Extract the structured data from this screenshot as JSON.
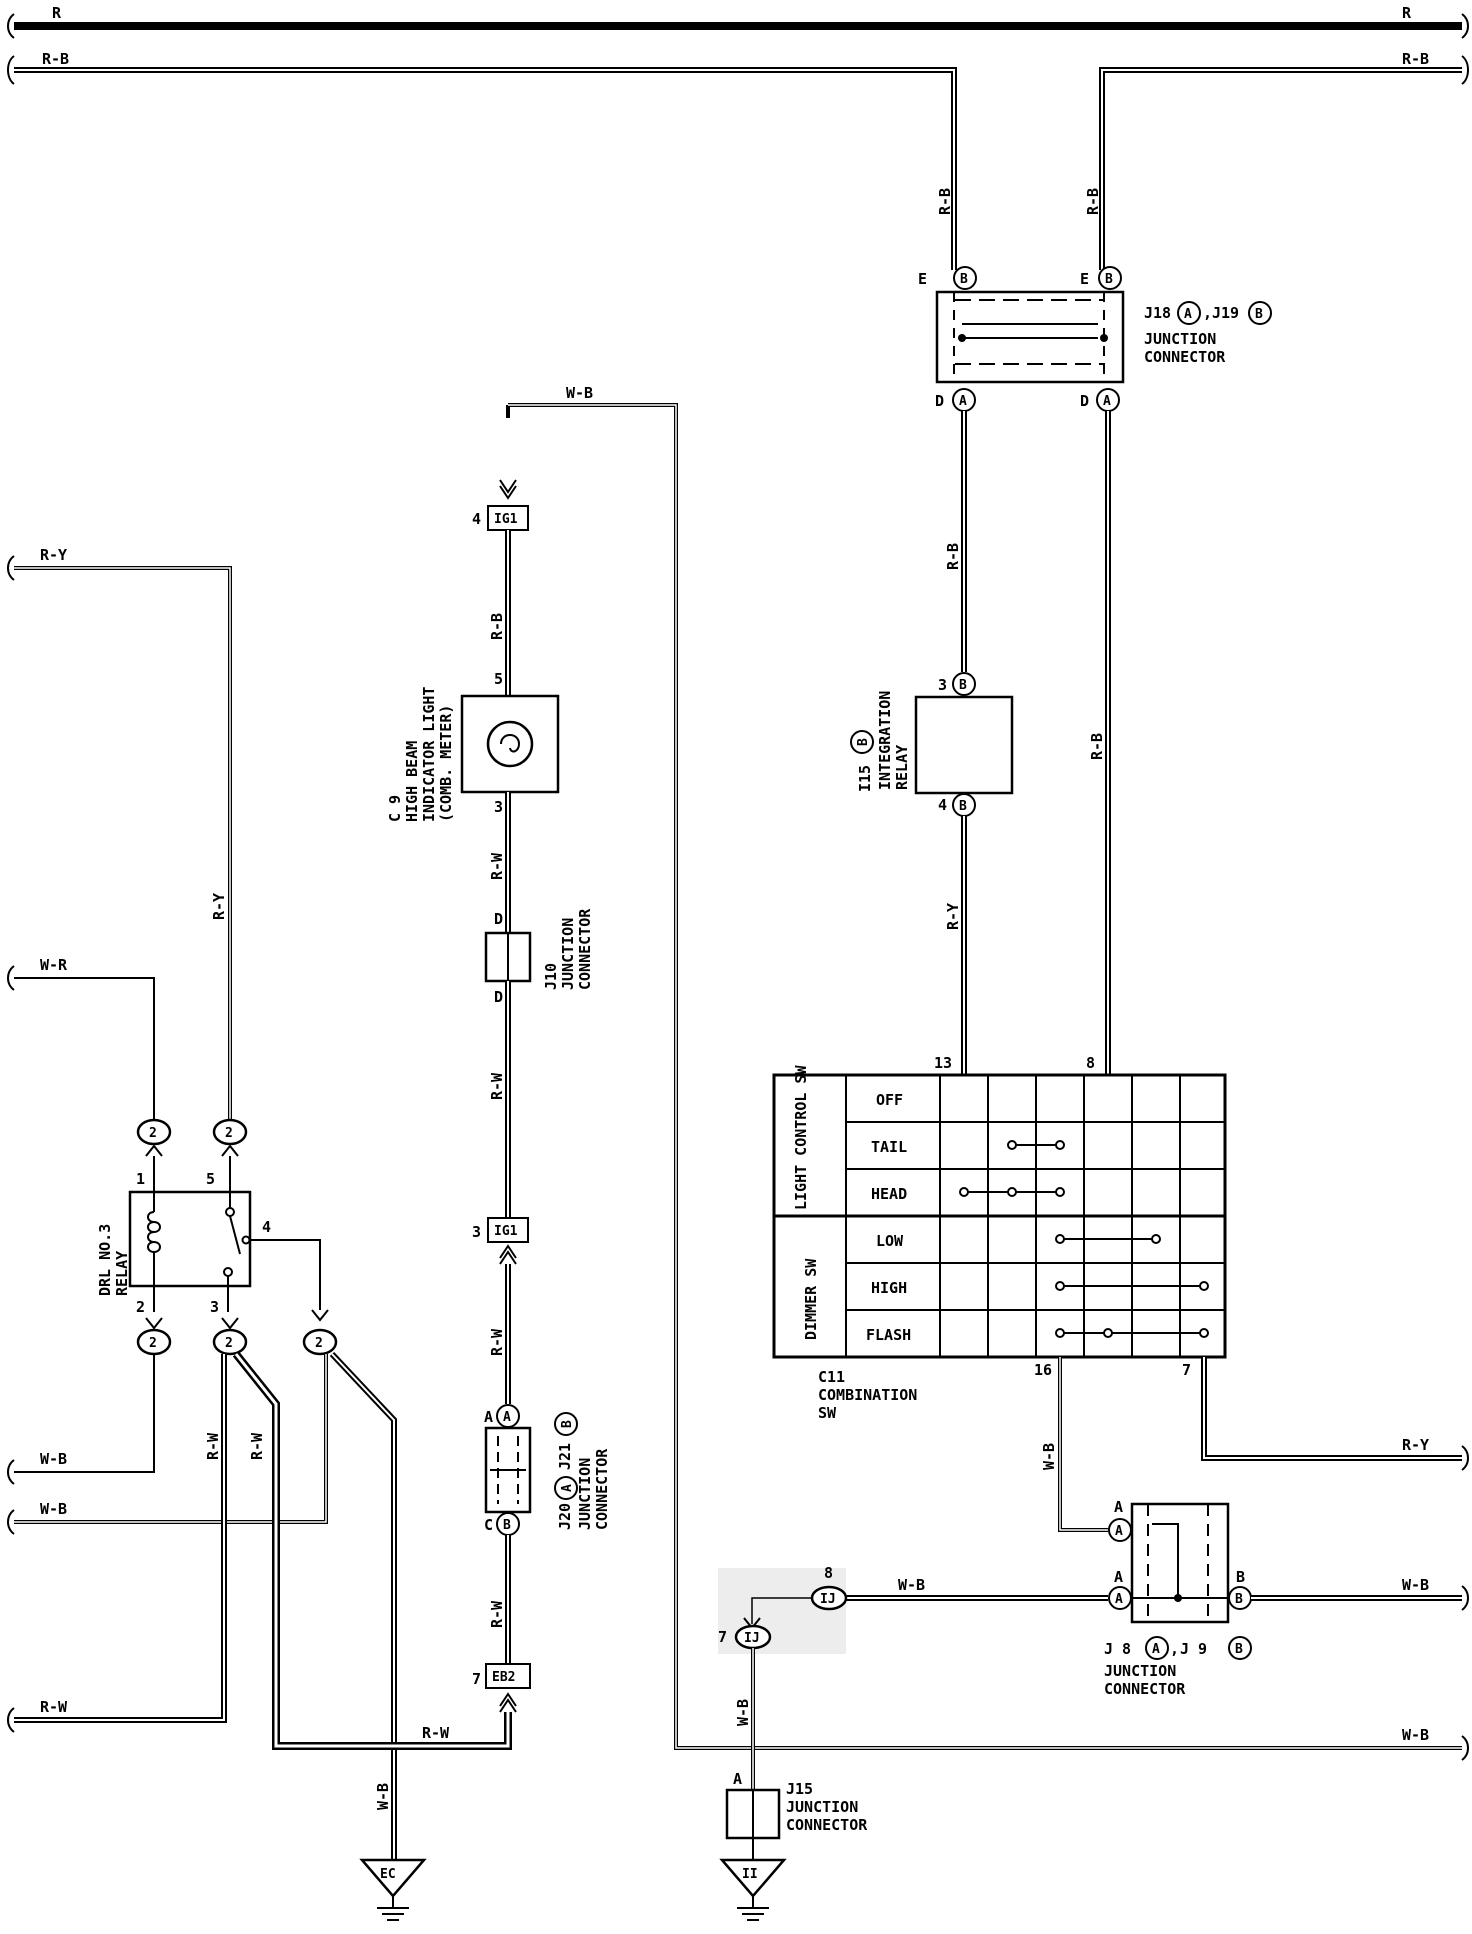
{
  "wires": {
    "r": "R",
    "rb": "R-B",
    "ry": "R-Y",
    "wr": "W-R",
    "wb": "W-B",
    "rw": "R-W"
  },
  "components": {
    "j18_j19": {
      "line1": "J18",
      "circA": "A",
      "sep": ",",
      "line1b": "J19",
      "circB": "B",
      "desc1": "JUNCTION",
      "desc2": "CONNECTOR"
    },
    "i15": {
      "id": "I15",
      "circ": "B",
      "desc1": "INTEGRATION",
      "desc2": "RELAY"
    },
    "c9": {
      "id": "C 9",
      "desc1": "HIGH BEAM",
      "desc2": "INDICATOR LIGHT",
      "desc3": "(COMB. METER)"
    },
    "j10": {
      "id": "J10",
      "desc1": "JUNCTION",
      "desc2": "CONNECTOR"
    },
    "j20_j21": {
      "id1": "J20",
      "circA": "A",
      "id2": "J21",
      "circB": "B",
      "desc1": "JUNCTION",
      "desc2": "CONNECTOR"
    },
    "drl": {
      "desc1": "DRL NO.3",
      "desc2": "RELAY"
    },
    "c11": {
      "id": "C11",
      "desc1": "COMBINATION",
      "desc2": "SW"
    },
    "j8_j9": {
      "id1": "J 8",
      "circA": "A",
      "id2": "J 9",
      "circB": "B",
      "desc1": "JUNCTION",
      "desc2": "CONNECTOR"
    },
    "j15": {
      "id": "J15",
      "desc1": "JUNCTION",
      "desc2": "CONNECTOR"
    }
  },
  "connectors": {
    "ig1": "IG1",
    "eb2": "EB2",
    "ij": "IJ",
    "ec": "EC",
    "ii": "II"
  },
  "pins": {
    "e": "E",
    "d": "D",
    "a": "A",
    "c": "C",
    "b": "B",
    "n1": "1",
    "n2": "2",
    "n3": "3",
    "n4": "4",
    "n5": "5",
    "n7": "7",
    "n8": "8",
    "n13": "13",
    "n16": "16"
  },
  "switch_table": {
    "group1": "LIGHT CONTROL SW",
    "group2": "DIMMER SW",
    "rows": [
      "OFF",
      "TAIL",
      "HEAD",
      "LOW",
      "HIGH",
      "FLASH"
    ]
  }
}
